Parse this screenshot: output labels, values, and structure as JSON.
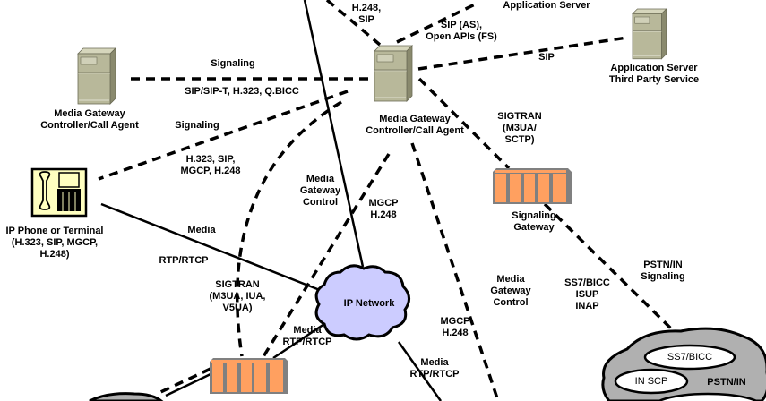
{
  "colors": {
    "server_body": "#b8b89a",
    "server_side": "#8a8a6e",
    "gateway_fill": "#ffa060",
    "gateway_frame": "#808080",
    "phone_bg": "#ffffc0",
    "ip_cloud": "#ccccff",
    "pstn_cloud": "#b0b0b0",
    "line": "#000000"
  },
  "nodes": {
    "mgc_left": {
      "label": "Media Gateway\nController/Call Agent"
    },
    "mgc_center": {
      "label": "Media Gateway\nController/Call Agent"
    },
    "app_server_top": {
      "label": "Application Server"
    },
    "app_server_third": {
      "label": "Application Server\nThird Party Service"
    },
    "ip_phone": {
      "label": "IP Phone or Terminal\n(H.323, SIP, MGCP,\nH.248)"
    },
    "signaling_gateway": {
      "label": "Signaling\nGateway"
    },
    "ip_network": {
      "label": "IP Network"
    },
    "pstn_cloud": {
      "label": "PSTN/IN",
      "inner_ss7": "SS7/BICC",
      "inner_scp": "IN SCP"
    }
  },
  "edge_labels": {
    "h248_sip": "H.248,\nSIP",
    "sip_as": "SIP (AS),\nOpen APIs (FS)",
    "sip": "SIP",
    "signaling_top": "Signaling",
    "sip_t": "SIP/SIP-T, H.323, Q.BICC",
    "signaling_left": "Signaling",
    "h323_sip": "H.323, SIP,\nMGCP, H.248",
    "sigtran_sctp": "SIGTRAN\n(M3UA/\nSCTP)",
    "mg_control_left": "Media\nGateway\nControl",
    "mgcp_h248_top": "MGCP\nH.248",
    "media_phone": "Media",
    "rtp_phone": "RTP/RTCP",
    "sigtran_iua": "SIGTRAN\n(M3UA, IUA,\nV5UA)",
    "media_rtp_left": "Media\nRTP/RTCP",
    "mg_control_right": "Media\nGateway\nControl",
    "mgcp_h248_bottom": "MGCP\nH.248",
    "media_rtp_right": "Media\nRTP/RTCP",
    "ss7_isup": "SS7/BICC\nISUP\nINAP",
    "pstn_signaling": "PSTN/IN\nSignaling"
  }
}
